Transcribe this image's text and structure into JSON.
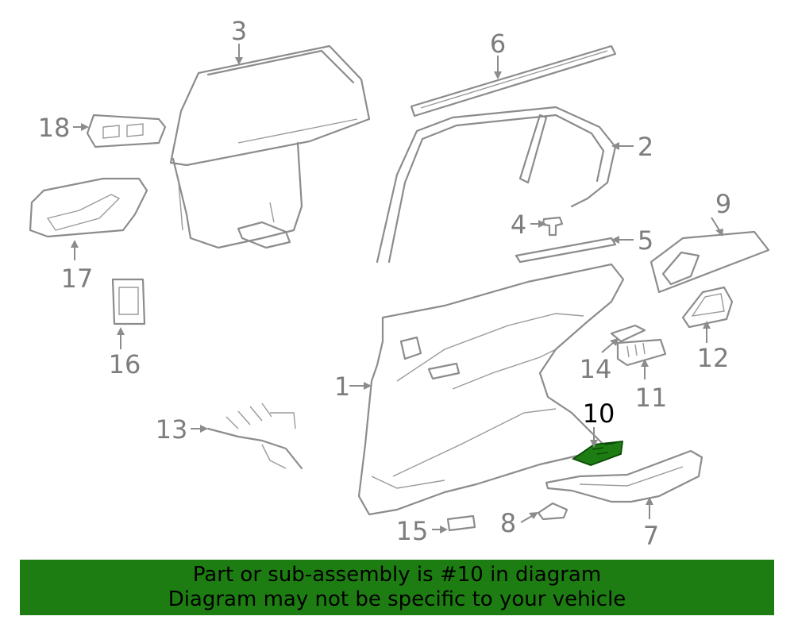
{
  "callouts": {
    "c1": "1",
    "c2": "2",
    "c3": "3",
    "c4": "4",
    "c5": "5",
    "c6": "6",
    "c7": "7",
    "c8": "8",
    "c9": "9",
    "c10": "10",
    "c11": "11",
    "c12": "12",
    "c13": "13",
    "c14": "14",
    "c15": "15",
    "c16": "16",
    "c17": "17",
    "c18": "18"
  },
  "highlight": {
    "part": "10",
    "color": "#1e7d12"
  },
  "banner": {
    "line1": "Part or sub-assembly is #10 in diagram",
    "line2": "Diagram may not be specific to your vehicle",
    "color": "#1e7d12"
  }
}
